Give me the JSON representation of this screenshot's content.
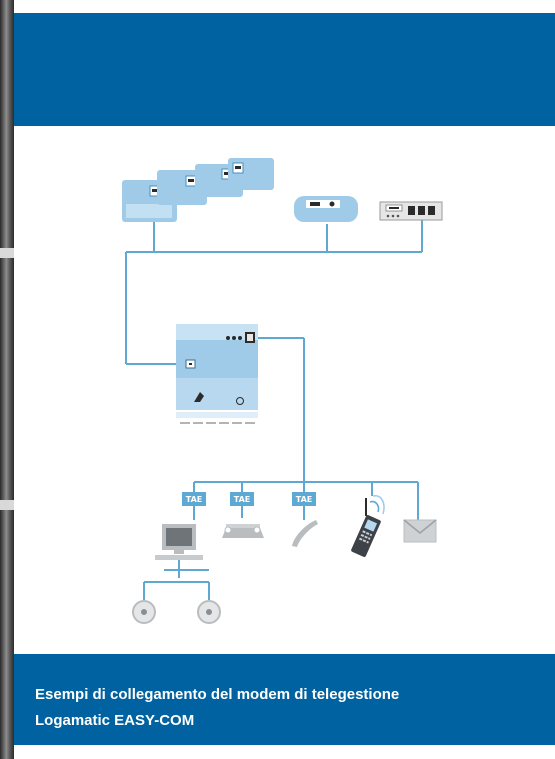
{
  "caption": {
    "line1": "Esempi di collegamento del modem di telegestione",
    "line2": "Logamatic EASY-COM"
  },
  "sockets": {
    "label": "TAE"
  },
  "colors": {
    "band": "#0062a0",
    "line": "#5ea9d4",
    "device": "#9fcbe8",
    "grey": "#b9bdc0"
  },
  "icons": [
    "boiler-controller-group-icon",
    "boiler-icon",
    "control-module-icon",
    "easy-com-modem-icon",
    "computer-icon",
    "fax-icon",
    "telephone-icon",
    "mobile-phone-icon",
    "email-icon",
    "cd-disc-icon"
  ]
}
